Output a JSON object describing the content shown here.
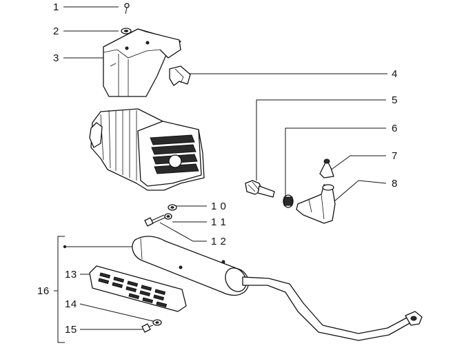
{
  "diagram": {
    "callouts": [
      {
        "id": "1",
        "label": "1"
      },
      {
        "id": "2",
        "label": "2"
      },
      {
        "id": "3",
        "label": "3"
      },
      {
        "id": "4",
        "label": "4"
      },
      {
        "id": "5",
        "label": "5"
      },
      {
        "id": "6",
        "label": "6"
      },
      {
        "id": "7",
        "label": "7"
      },
      {
        "id": "8",
        "label": "8"
      },
      {
        "id": "10",
        "label": "1 0"
      },
      {
        "id": "11",
        "label": "1 1"
      },
      {
        "id": "12",
        "label": "1 2"
      },
      {
        "id": "13",
        "label": "13"
      },
      {
        "id": "14",
        "label": "14"
      },
      {
        "id": "15",
        "label": "15"
      },
      {
        "id": "16",
        "label": "16"
      }
    ],
    "colors": {
      "ink": "#111111",
      "background": "#ffffff"
    }
  }
}
